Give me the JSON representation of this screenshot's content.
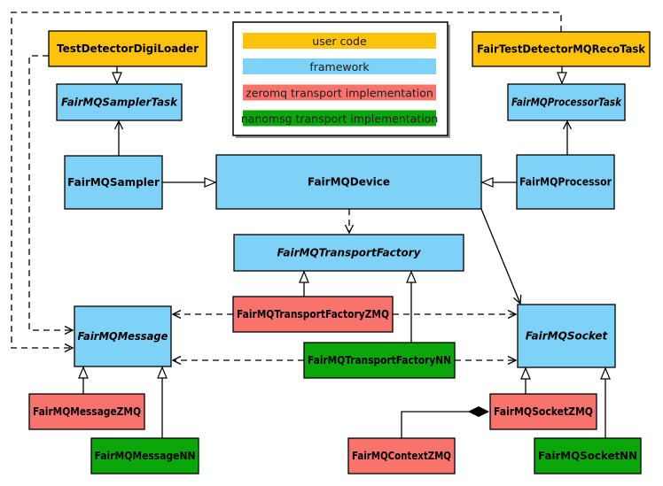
{
  "colors": {
    "user_code": "#FDC30A",
    "framework": "#7ED2F7",
    "zeromq": "#F9736D",
    "nanomsg": "#0AA60A"
  },
  "legend": {
    "items": [
      {
        "label": "user code",
        "color_key": "user_code"
      },
      {
        "label": "framework",
        "color_key": "framework"
      },
      {
        "label": "zeromq transport implementation",
        "color_key": "zeromq"
      },
      {
        "label": "nanomsg transport implementation",
        "color_key": "nanomsg"
      }
    ]
  },
  "nodes": {
    "test_detector_digi_loader": {
      "label": "TestDetectorDigiLoader",
      "category": "user_code"
    },
    "fair_test_detector_mq_reco_task": {
      "label": "FairTestDetectorMQRecoTask",
      "category": "user_code"
    },
    "fair_mq_sampler_task": {
      "label": "FairMQSamplerTask",
      "category": "framework",
      "abstract": true
    },
    "fair_mq_processor_task": {
      "label": "FairMQProcessorTask",
      "category": "framework",
      "abstract": true
    },
    "fair_mq_sampler": {
      "label": "FairMQSampler",
      "category": "framework"
    },
    "fair_mq_device": {
      "label": "FairMQDevice",
      "category": "framework"
    },
    "fair_mq_processor": {
      "label": "FairMQProcessor",
      "category": "framework"
    },
    "fair_mq_transport_factory": {
      "label": "FairMQTransportFactory",
      "category": "framework",
      "abstract": true
    },
    "fair_mq_transport_factory_zmq": {
      "label": "FairMQTransportFactoryZMQ",
      "category": "zeromq"
    },
    "fair_mq_transport_factory_nn": {
      "label": "FairMQTransportFactoryNN",
      "category": "nanomsg"
    },
    "fair_mq_message": {
      "label": "FairMQMessage",
      "category": "framework",
      "abstract": true
    },
    "fair_mq_message_zmq": {
      "label": "FairMQMessageZMQ",
      "category": "zeromq"
    },
    "fair_mq_message_nn": {
      "label": "FairMQMessageNN",
      "category": "nanomsg"
    },
    "fair_mq_socket": {
      "label": "FairMQSocket",
      "category": "framework",
      "abstract": true
    },
    "fair_mq_socket_zmq": {
      "label": "FairMQSocketZMQ",
      "category": "zeromq"
    },
    "fair_mq_socket_nn": {
      "label": "FairMQSocketNN",
      "category": "nanomsg"
    },
    "fair_mq_context_zmq": {
      "label": "FairMQContextZMQ",
      "category": "zeromq"
    }
  }
}
